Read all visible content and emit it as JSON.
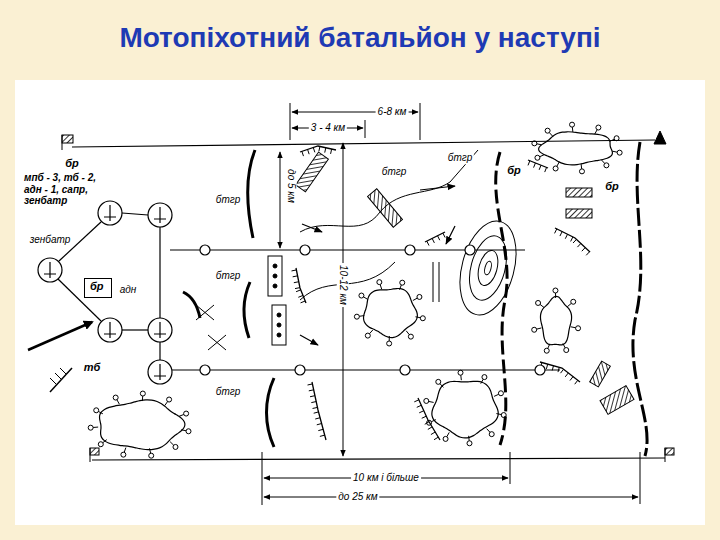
{
  "diagram": {
    "title": "Мотопіхотний батальйон у наступі",
    "nodes": [
      {
        "text": [
          "бр"
        ]
      }
    ],
    "labels": [
      "6-8 км",
      "3 - 4 км",
      "бр",
      "мпб - 3, тб - 2, адн - 1, сапр, зенбатр",
      "бтгр",
      "бтгр",
      "бр",
      "бр",
      "до 5 км",
      "бтгр",
      "зенбатр",
      "бтгр",
      "адн",
      "10-12 км",
      "тб",
      "бтгр",
      "10 км і більше",
      "до 25 км"
    ]
  }
}
